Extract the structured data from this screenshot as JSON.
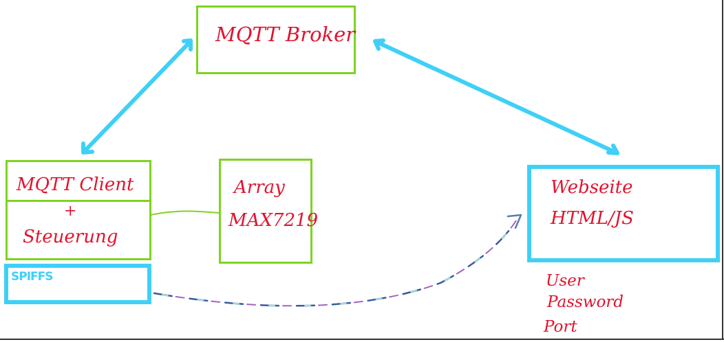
{
  "colors": {
    "box_green": "#7ed321",
    "box_blue": "#3fd0f7",
    "text_red": "#e0142e",
    "arrow_blue": "#3fd0f7"
  },
  "nodes": {
    "broker": {
      "label": "MQTT Broker"
    },
    "client": {
      "line1": "MQTT Client",
      "plus": "+",
      "line2": "Steuerung"
    },
    "array": {
      "line1": "Array",
      "line2": "MAX7219"
    },
    "spiffs": {
      "label": "SPIFFS"
    },
    "website": {
      "line1": "Webseite",
      "line2": "HTML/JS"
    }
  },
  "notes": {
    "user": "User",
    "password": "Password",
    "port": "Port"
  }
}
